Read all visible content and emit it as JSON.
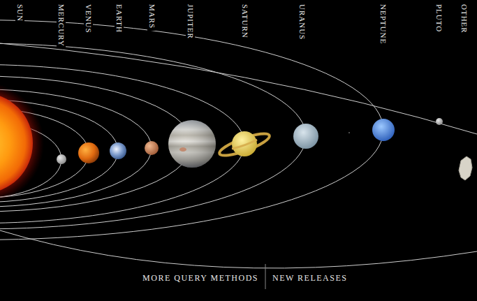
{
  "diagram": {
    "labels": [
      "SUN",
      "MERCURY",
      "VENUS",
      "EARTH",
      "MARS",
      "JUPITER",
      "SATURN",
      "URANUS",
      "NEPTUNE",
      "PLUTO",
      "OTHER",
      "MORE QUERY METHODS",
      "NEW RELEASES"
    ]
  }
}
